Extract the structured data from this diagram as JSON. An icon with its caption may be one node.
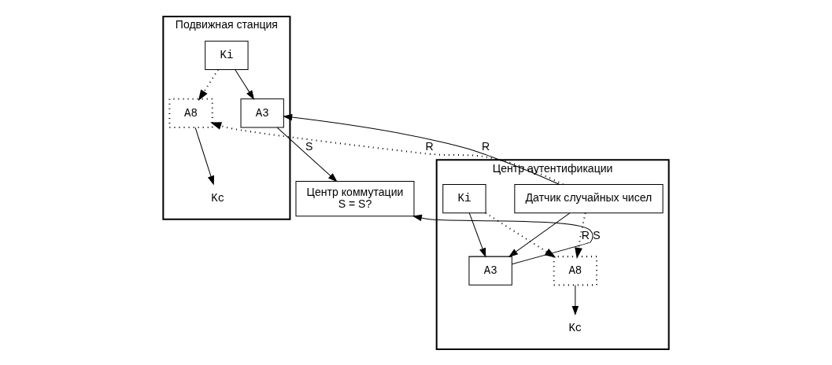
{
  "diagram": {
    "nodes": [
      {
        "text": [
          "Подвижная станция"
        ]
      },
      {
        "text": [
          "Kc"
        ],
        "in": 0
      },
      {
        "text": [
          "A8"
        ],
        "in": 0
      },
      {
        "text": [
          "A3"
        ],
        "in": 0
      },
      {
        "text": [
          "Ki"
        ],
        "in": 0
      },
      {
        "text": [
          "Центр коммутации",
          "S = S?"
        ]
      },
      {
        "text": [
          "Центр аутентификации"
        ]
      },
      {
        "text": [
          "Датчик случайных чисел"
        ],
        "in": 6
      },
      {
        "text": [
          "A3"
        ],
        "in": 6
      },
      {
        "text": [
          "A8"
        ],
        "in": 6
      },
      {
        "text": [
          "Ki"
        ],
        "in": 6
      },
      {
        "text": [
          "Kc"
        ],
        "in": 6
      }
    ],
    "edges": [
      {
        "from": 2,
        "to": 1,
        "arrow": "to"
      },
      {
        "from": 7,
        "to": 3,
        "arrow": "to",
        "label": "R"
      },
      {
        "from": 7,
        "to": 2,
        "arrow": "to",
        "label": "R",
        "style": "dashed"
      },
      {
        "from": 4,
        "to": 3,
        "arrow": "to"
      },
      {
        "from": 4,
        "to": 2,
        "arrow": "to",
        "style": "dashed"
      },
      {
        "from": 3,
        "to": 5,
        "arrow": "to",
        "label": "S"
      },
      {
        "from": 8,
        "to": 5,
        "arrow": "to",
        "label": "S"
      },
      {
        "from": 7,
        "to": 8,
        "arrow": "to"
      },
      {
        "from": 7,
        "to": 9,
        "arrow": "to",
        "label": "R",
        "style": "dashed"
      },
      {
        "from": 10,
        "to": 8,
        "arrow": "to"
      },
      {
        "from": 10,
        "to": 9,
        "arrow": "to",
        "style": "dashed"
      },
      {
        "from": 9,
        "to": 11,
        "arrow": "to"
      }
    ]
  }
}
